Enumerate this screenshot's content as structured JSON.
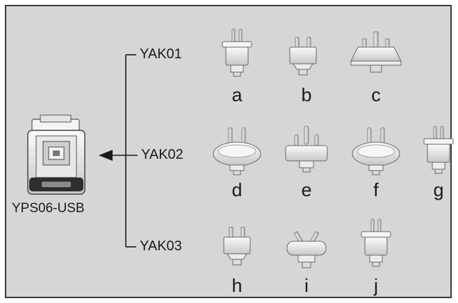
{
  "device": {
    "label": "YPS06-USB"
  },
  "kits": [
    {
      "label": "YAK01",
      "plugs": [
        {
          "letter": "a",
          "type": "round-pin"
        },
        {
          "letter": "b",
          "type": "flat-pin"
        },
        {
          "letter": "c",
          "type": "three-flat-pin"
        }
      ]
    },
    {
      "label": "YAK02",
      "plugs": [
        {
          "letter": "d",
          "type": "round-pin-disc"
        },
        {
          "letter": "e",
          "type": "three-round-pin"
        },
        {
          "letter": "f",
          "type": "round-pin-disc"
        },
        {
          "letter": "g",
          "type": "round-pin"
        }
      ]
    },
    {
      "label": "YAK03",
      "plugs": [
        {
          "letter": "h",
          "type": "flat-pin"
        },
        {
          "letter": "i",
          "type": "angled-flat-pin"
        },
        {
          "letter": "j",
          "type": "round-pin"
        }
      ]
    }
  ]
}
